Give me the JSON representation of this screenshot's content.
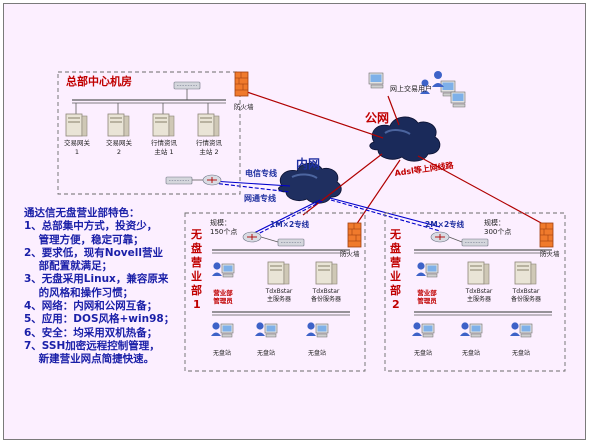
{
  "hq": {
    "title": "总部中心机房"
  },
  "firewall_label": "防火墙",
  "public_net": "公网",
  "internal_net": "内网",
  "online_user": "网上交易用户",
  "adsl": "Adsl等上网线路",
  "telecom_line": "电信专线",
  "netcom_line": "网通专线",
  "servers_hq": [
    {
      "name": "交易网关",
      "num": "1"
    },
    {
      "name": "交易网关",
      "num": "2"
    },
    {
      "name": "行情资讯",
      "num": "主站 1"
    },
    {
      "name": "行情资讯",
      "num": "主站 2"
    }
  ],
  "branch1": {
    "side_label": [
      "无",
      "盘",
      "营",
      "业",
      "部",
      "1"
    ],
    "scale": [
      "规模：",
      "150个点"
    ],
    "line": "1M×2专线",
    "mgmt": [
      "营业部",
      "管理员"
    ],
    "main_server": [
      "TdxBstar",
      "主服务器"
    ],
    "backup_server": [
      "TdxBstar",
      "备份服务器"
    ],
    "workstation": "无盘站"
  },
  "branch2": {
    "side_label": [
      "无",
      "盘",
      "营",
      "业",
      "部",
      "2"
    ],
    "scale": [
      "规模：",
      "300个点"
    ],
    "line": "2M×2专线",
    "mgmt": [
      "营业部",
      "管理员"
    ],
    "main_server": [
      "TdxBstar",
      "主服务器"
    ],
    "backup_server": [
      "TdxBstar",
      "备份服务器"
    ],
    "workstation": "无盘站"
  },
  "features": [
    "通达信无盘营业部特色：",
    "1、总部集中方式，投资少，",
    "    管理方便，稳定可靠；",
    "2、要求低，现有Novell营业",
    "    部配置就满足；",
    "3、无盘采用Linux，兼容原来",
    "    的风格和操作习惯；",
    "4、网络：内网和公网互备；",
    "5、应用：DOS风格+win98；",
    "6、安全：均采用双机热备；",
    "7、SSH加密远程控制管理，",
    "    新建营业网点简捷快速。"
  ],
  "colors": {
    "background": "#fcefff",
    "red": "#c00000",
    "blue": "#1f2fa0",
    "internet_line": "#b00000",
    "intranet_line": "#0000cc"
  }
}
